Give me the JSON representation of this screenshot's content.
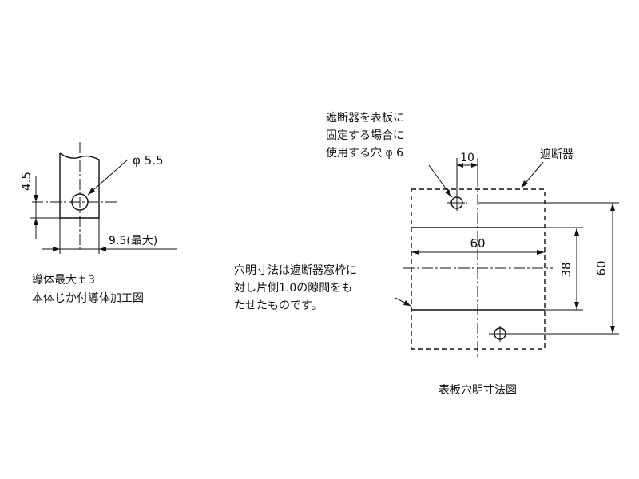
{
  "left_detail": {
    "dim_vertical": "4.5",
    "dim_hole": "φ 5.5",
    "dim_horizontal": "9.5(最大)",
    "caption_line1": "導体最大ｔ3",
    "caption_line2": "本体じか付導体加工図"
  },
  "right_detail": {
    "callout_line1": "遮断器を表板に",
    "callout_line2": "固定する場合に",
    "callout_line3": "使用する穴 φ 6",
    "dim_offset": "10",
    "breaker_label": "遮断器",
    "dim_width": "60",
    "dim_cutout_height": "38",
    "dim_total_height": "60",
    "note_line1": "穴明寸法は遮断器窓枠に",
    "note_line2": "対し片側1.0の隙間をも",
    "note_line3": "たせたものです。",
    "caption": "表板穴明寸法図"
  }
}
